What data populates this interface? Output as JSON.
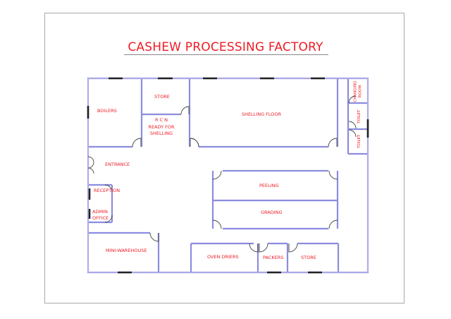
{
  "title": "CASHEW PROCESSING FACTORY",
  "colors": {
    "title": "#ee1c25",
    "label": "#ee1c25",
    "wall": "#8c8ce0",
    "window": "#222222",
    "door": "#444444",
    "frame": "#a8a8a8"
  },
  "rooms": {
    "boilers": "BOILERS",
    "store_top": "STORE",
    "rcn_line1": "R C N",
    "rcn_line2": "READY FOR",
    "rcn_line3": "SHELLING",
    "shelling_floor": "SHELLING  FLOOR",
    "changing_room_line1": "CHANGING",
    "changing_room_line2": "ROOM",
    "toilet_1": "TOILET",
    "toilet_2": "TOILET",
    "entrance": "ENTRANCE",
    "reception": "RECEPTION",
    "admin_office_line1": "ADMIN",
    "admin_office_line2": "OFFICE",
    "peeling": "PEELING",
    "grading": "GRADING",
    "mini_warehouse": "MINI-WAREHOUSE",
    "oven_driers": "OVEN  DRIERS",
    "packers": "PACKERS",
    "store_bottom": "STORE"
  }
}
